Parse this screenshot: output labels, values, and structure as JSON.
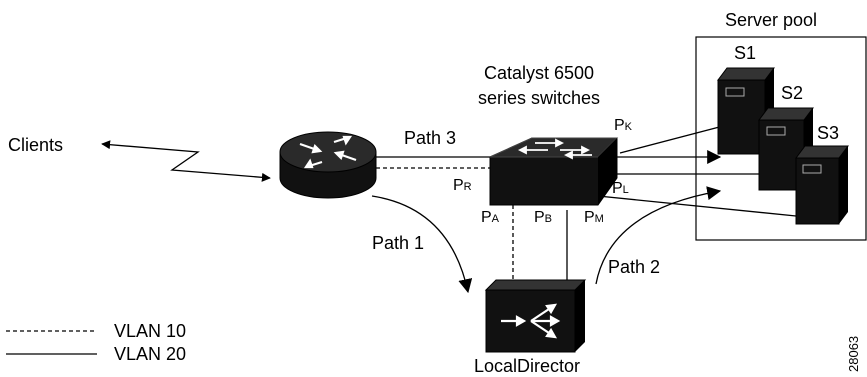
{
  "labels": {
    "server_pool": "Server pool",
    "switch_line1": "Catalyst 6500",
    "switch_line2": "series switches",
    "clients": "Clients",
    "path1": "Path 1",
    "path2": "Path 2",
    "path3": "Path 3",
    "local_director": "LocalDirector",
    "figure_id": "28063"
  },
  "servers": [
    "S1",
    "S2",
    "S3"
  ],
  "ports": {
    "k": {
      "main": "P",
      "sub": "K"
    },
    "r": {
      "main": "P",
      "sub": "R"
    },
    "l": {
      "main": "P",
      "sub": "L"
    },
    "a": {
      "main": "P",
      "sub": "A"
    },
    "b": {
      "main": "P",
      "sub": "B"
    },
    "m": {
      "main": "P",
      "sub": "M"
    }
  },
  "legend": [
    {
      "style": "dashed",
      "label": "VLAN 10"
    },
    {
      "style": "solid",
      "label": "VLAN 20"
    }
  ]
}
